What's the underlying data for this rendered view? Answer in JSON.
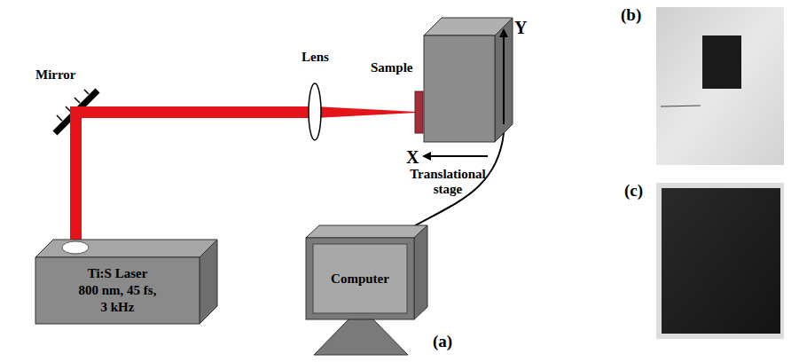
{
  "diagram": {
    "nodes": [
      {
        "text": [
          "Ti:S Laser",
          "800 nm, 45 fs, 3 kHz"
        ]
      },
      {
        "text": [
          "Computer"
        ]
      }
    ],
    "labels": [
      "Mirror",
      "Lens",
      "Sample",
      "Y",
      "X",
      "Translational stage",
      "(a)",
      "(b)",
      "(c)"
    ]
  }
}
